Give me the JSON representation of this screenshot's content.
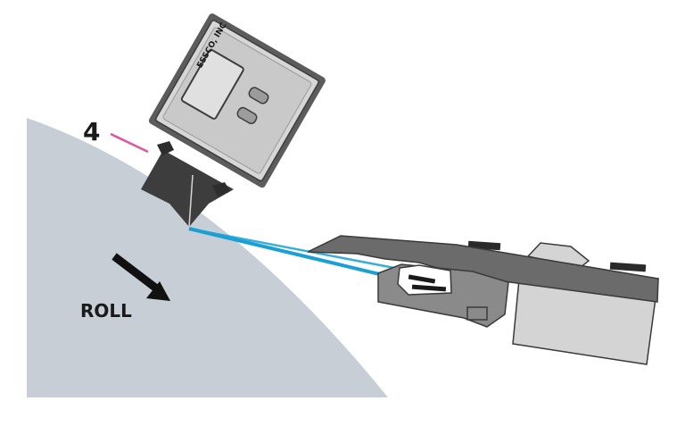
{
  "diagram": {
    "callout_number": "4",
    "roll_label": "ROLL",
    "device_brand": "ESSCO, INC",
    "icons": {
      "direction_arrow": "arrow-down-right-icon"
    },
    "colors": {
      "roll": "#c7ced6",
      "sensor_body": "#d6d6d6",
      "sensor_frame": "#5c5c5c",
      "sensor_face": "#3d3d3d",
      "beam": "#1aa0d2",
      "callout_line": "#e0559f",
      "arm": "#6b6b6b",
      "clamp": "#8a8a8a",
      "base": "#d4d4d4"
    }
  }
}
